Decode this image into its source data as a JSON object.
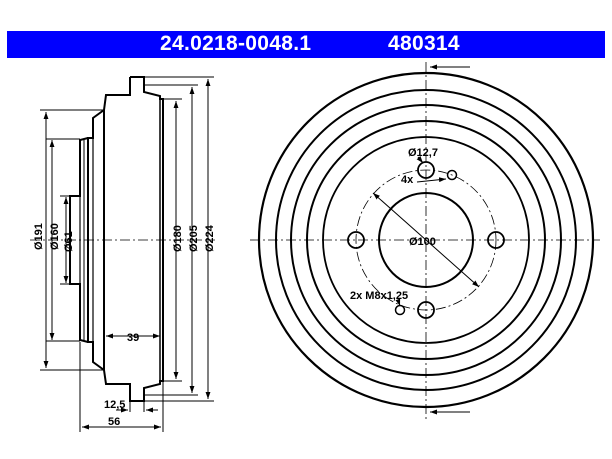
{
  "header": {
    "part_number": "24.0218-0048.1",
    "reference_number": "480314",
    "background_color": "#0000ff"
  },
  "side_view": {
    "dim_191": "Ø191",
    "dim_160": "Ø160",
    "dim_61": "Ø61",
    "dim_180": "Ø180",
    "dim_205": "Ø205",
    "dim_224": "Ø224",
    "dim_39": "39",
    "dim_12_5": "12,5",
    "dim_56": "56"
  },
  "front_view": {
    "hole_diameter": "Ø12,7",
    "hole_count": "4x",
    "bore_diameter": "Ø100",
    "thread_spec": "2x M8x1,25"
  }
}
